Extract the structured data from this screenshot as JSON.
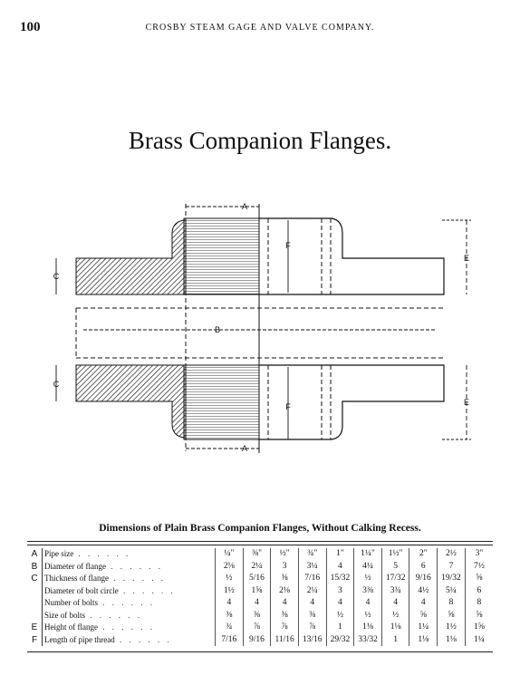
{
  "header": {
    "page_number": "100",
    "running_head": "CROSBY STEAM GAGE AND VALVE COMPANY."
  },
  "title": "Brass Companion Flanges.",
  "diagram": {
    "dimension_letters": [
      "A",
      "A",
      "B",
      "C",
      "C",
      "E",
      "E",
      "F",
      "F"
    ]
  },
  "table": {
    "title": "Dimensions of Plain Brass Companion Flanges, Without Calking Recess.",
    "rows": [
      {
        "letter": "A",
        "label": "Pipe size",
        "values": [
          "¼\"",
          "⅜\"",
          "½\"",
          "¾\"",
          "1\"",
          "1¼\"",
          "1½\"",
          "2\"",
          "2½",
          "3\""
        ]
      },
      {
        "letter": "B",
        "label": "Diameter of flange",
        "values": [
          "2⅛",
          "2¼",
          "3",
          "3¼",
          "4",
          "4¼",
          "5",
          "6",
          "7",
          "7½"
        ]
      },
      {
        "letter": "C",
        "label": "Thickness of flange",
        "values": [
          "½",
          "5/16",
          "⅜",
          "7/16",
          "15/32",
          "½",
          "17/32",
          "9/16",
          "19/32",
          "⅝"
        ]
      },
      {
        "letter": "",
        "label": "Diameter of bolt circle",
        "values": [
          "1½",
          "1⅝",
          "2⅛",
          "2¼",
          "3",
          "3⅜",
          "3¾",
          "4½",
          "5¼",
          "6"
        ]
      },
      {
        "letter": "",
        "label": "Number of bolts",
        "values": [
          "4",
          "4",
          "4",
          "4",
          "4",
          "4",
          "4",
          "4",
          "8",
          "8"
        ]
      },
      {
        "letter": "",
        "label": "Size of bolts",
        "values": [
          "⅜",
          "⅜",
          "⅜",
          "⅜",
          "½",
          "½",
          "½",
          "⅝",
          "⅝",
          "⅝"
        ]
      },
      {
        "letter": "E",
        "label": "Height of flange",
        "values": [
          "¾",
          "⅞",
          "⅞",
          "⅞",
          "1",
          "1⅛",
          "1⅛",
          "1¼",
          "1½",
          "1⅝"
        ]
      },
      {
        "letter": "F",
        "label": "Length of pipe thread",
        "values": [
          "7/16",
          "9/16",
          "11/16",
          "13/16",
          "29/32",
          "33/32",
          "1",
          "1⅛",
          "1⅛",
          "1¼"
        ]
      }
    ]
  }
}
